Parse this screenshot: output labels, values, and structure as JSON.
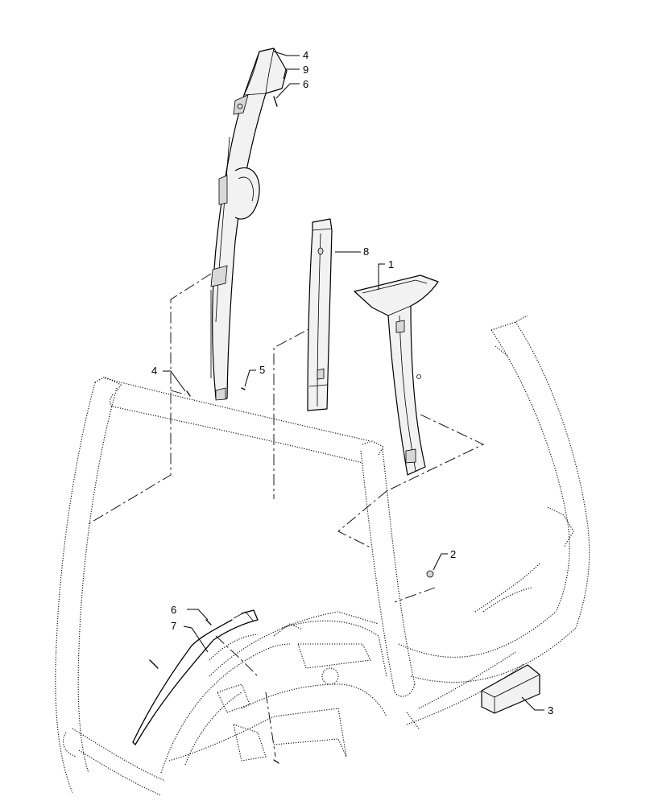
{
  "callouts": [
    {
      "id": "c1",
      "label": "1"
    },
    {
      "id": "c2",
      "label": "2"
    },
    {
      "id": "c3",
      "label": "3"
    },
    {
      "id": "c4a",
      "label": "4"
    },
    {
      "id": "c4b",
      "label": "4"
    },
    {
      "id": "c5",
      "label": "5"
    },
    {
      "id": "c6a",
      "label": "6"
    },
    {
      "id": "c6b",
      "label": "6"
    },
    {
      "id": "c7",
      "label": "7"
    },
    {
      "id": "c8",
      "label": "8"
    },
    {
      "id": "c9",
      "label": "9"
    }
  ]
}
